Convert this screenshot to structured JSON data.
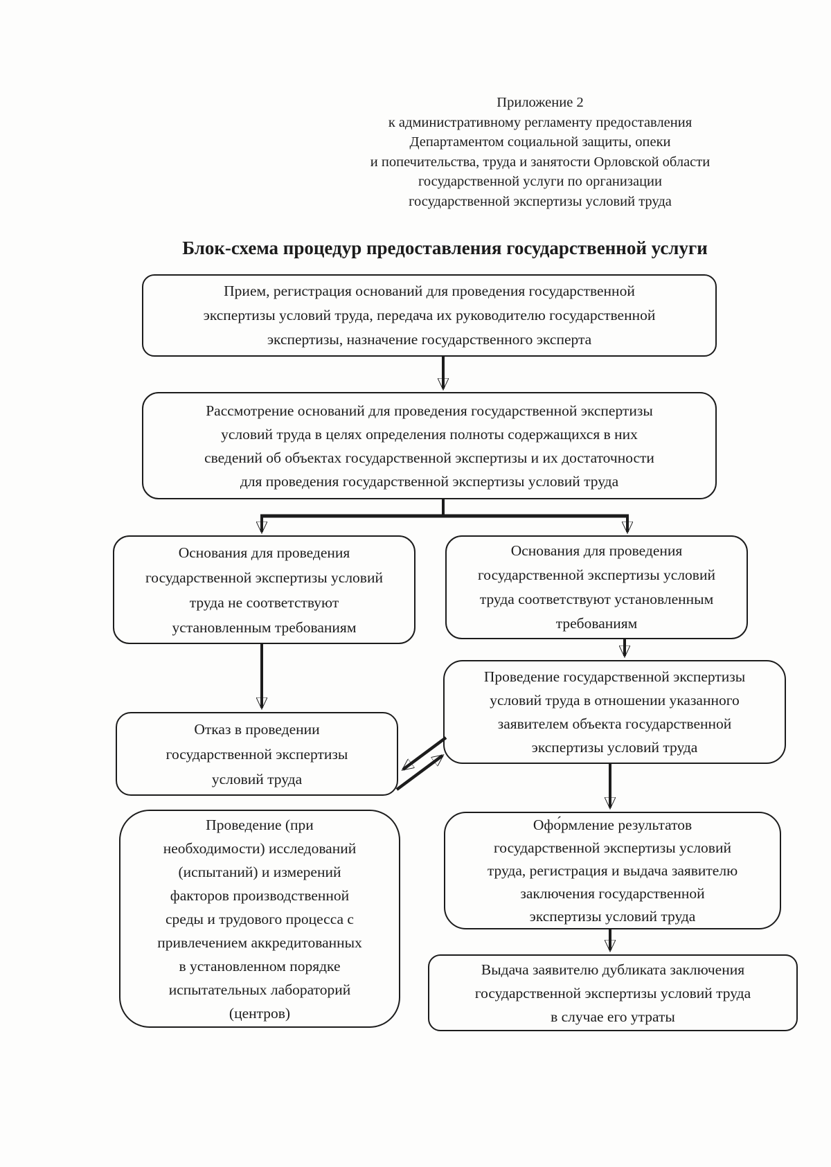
{
  "colors": {
    "ink": "#1c1c1c",
    "paper": "#fdfdfc"
  },
  "document": {
    "annex_lines": [
      "Приложение 2",
      "к административному регламенту предоставления",
      "Департаментом социальной защиты, опеки",
      "и попечительства, труда и занятости Орловской области",
      "государственной услуги по организации",
      "государственной экспертизы условий труда"
    ],
    "title": "Блок-схема процедур предоставления государственной услуги"
  },
  "flowchart": {
    "nodes": {
      "reception": {
        "lines": [
          "Прием, регистрация оснований для проведения государственной",
          "экспертизы условий труда, передача их руководителю государственной",
          "экспертизы, назначение государственного эксперта"
        ]
      },
      "review": {
        "lines": [
          "Рассмотрение оснований для проведения государственной экспертизы",
          "условий труда в целях определения полноты содержащихся в них",
          "сведений об объектах государственной экспертизы и их достаточности",
          "для проведения государственной экспертизы условий труда"
        ]
      },
      "not_conforming": {
        "lines": [
          "Основания для проведения",
          "государственной экспертизы условий",
          "труда не соответствуют",
          "установленным требованиям"
        ]
      },
      "conforming": {
        "lines": [
          "Основания для проведения",
          "государственной экспертизы условий",
          "труда соответствуют установленным",
          "требованиям"
        ]
      },
      "conduct": {
        "lines": [
          "Проведение государственной экспертизы",
          "условий труда в отношении указанного",
          "заявителем объекта государственной",
          "экспертизы условий труда"
        ]
      },
      "refusal": {
        "lines": [
          "Отказ в проведении",
          "государственной экспертизы",
          "условий труда"
        ]
      },
      "research": {
        "lines": [
          "Проведение (при",
          "необходимости) исследований",
          "(испытаний) и измерений",
          "факторов производственной",
          "среды и трудового процесса с",
          "привлечением аккредитованных",
          "в установленном порядке",
          "испытательных лабораторий",
          "(центров)"
        ]
      },
      "results": {
        "lines": [
          "Офо́рмление результатов",
          "государственной экспертизы условий",
          "труда, регистрация и выдача заявителю",
          "заключения государственной",
          "экспертизы условий труда"
        ]
      },
      "duplicate": {
        "lines": [
          "Выдача заявителю дубликата заключения",
          "государственной экспертизы условий труда",
          "в случае его утраты"
        ]
      }
    },
    "edges": [
      {
        "from": "reception",
        "to": "review"
      },
      {
        "from": "review",
        "to": "not_conforming"
      },
      {
        "from": "review",
        "to": "conforming"
      },
      {
        "from": "not_conforming",
        "to": "refusal"
      },
      {
        "from": "conforming",
        "to": "conduct"
      },
      {
        "from": "conduct",
        "to": "refusal"
      },
      {
        "from": "refusal",
        "to": "conduct"
      },
      {
        "from": "conduct",
        "to": "results"
      },
      {
        "from": "results",
        "to": "duplicate"
      }
    ]
  }
}
